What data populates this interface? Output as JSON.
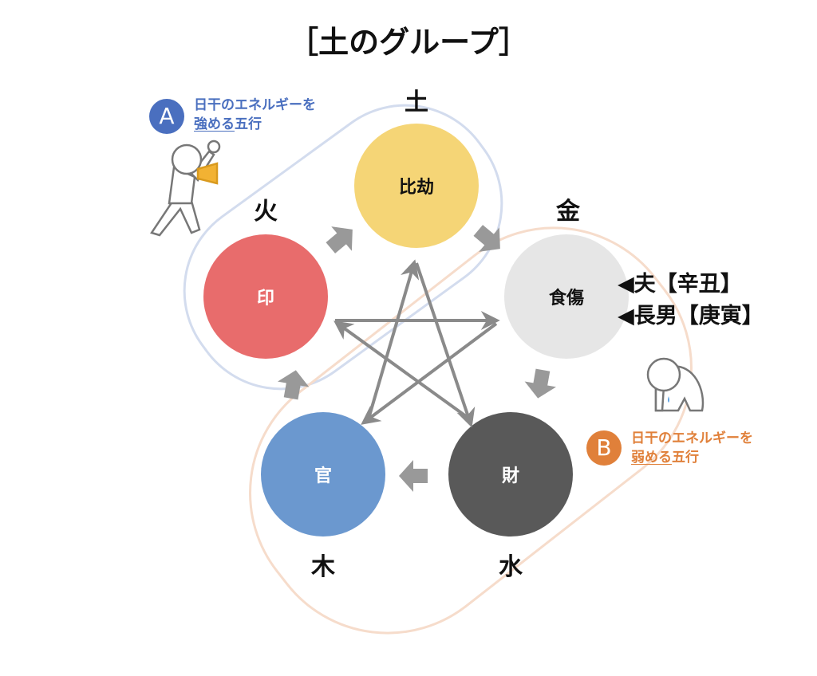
{
  "title": "［土のグループ］",
  "elements": {
    "earth": "土",
    "metal": "金",
    "water": "水",
    "wood": "木",
    "fire": "火"
  },
  "circles": {
    "hikou": {
      "label": "比劫",
      "color": "#F5D576"
    },
    "shokushou": {
      "label": "食傷",
      "color": "#E6E6E6"
    },
    "zai": {
      "label": "財",
      "color": "#595959"
    },
    "kan": {
      "label": "官",
      "color": "#6B98CF"
    },
    "in": {
      "label": "印",
      "color": "#E86C6C"
    }
  },
  "group_a": {
    "badge": "A",
    "line1": "日干のエネルギーを",
    "line2_underlined": "強める",
    "line2_rest": "五行",
    "color": "#4A6FBF"
  },
  "group_b": {
    "badge": "B",
    "line1": "日干のエネルギーを",
    "line2_underlined": "弱める",
    "line2_rest": "五行",
    "color": "#E0803A"
  },
  "relations": [
    "◀夫【辛丑】",
    "◀長男【庚寅】"
  ]
}
